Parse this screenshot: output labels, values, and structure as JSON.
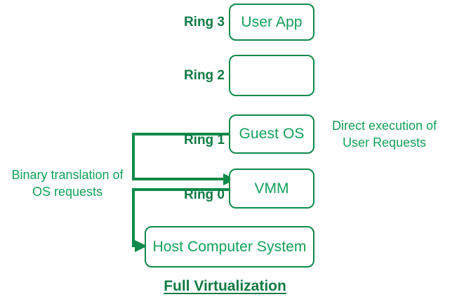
{
  "diagram": {
    "title": "Full Virtualization",
    "accent_color": "#0f8a4a",
    "text_color": "#13a05a",
    "label_color": "#0f7a44",
    "background": "#ffffff",
    "type": "block-diagram"
  },
  "ring_labels": [
    {
      "id": "ring3",
      "label": "Ring 3"
    },
    {
      "id": "ring2",
      "label": "Ring 2"
    },
    {
      "id": "ring1",
      "label": "Ring 1"
    },
    {
      "id": "ring0",
      "label": "Ring 0"
    }
  ],
  "boxes": [
    {
      "id": "user-app",
      "label": "User App",
      "ring": "Ring 3"
    },
    {
      "id": "ring2-empty",
      "label": "",
      "ring": "Ring 2"
    },
    {
      "id": "guest-os",
      "label": "Guest OS",
      "ring": "Ring 1"
    },
    {
      "id": "vmm",
      "label": "VMM",
      "ring": "Ring 0"
    },
    {
      "id": "host",
      "label": "Host Computer System",
      "ring": ""
    }
  ],
  "annotations": {
    "left_note": "Binary translation of\nOS requests",
    "right_note": "Direct execution of\nUser Requests"
  },
  "connectors": [
    {
      "id": "guest-os-to-vmm",
      "from": "Guest OS",
      "to": "VMM",
      "arrow": true
    },
    {
      "id": "vmm-to-host",
      "from": "VMM",
      "to": "Host Computer System",
      "arrow": true
    }
  ]
}
